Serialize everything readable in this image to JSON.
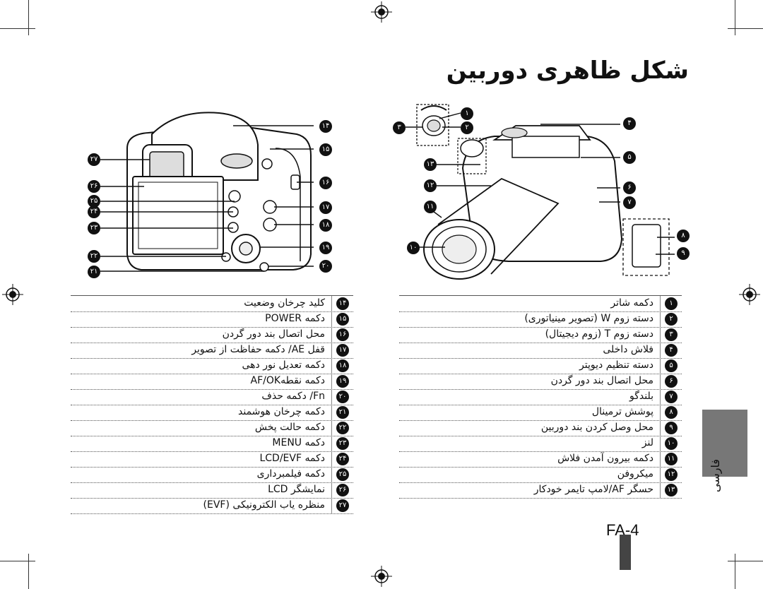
{
  "page": {
    "title": "شکل ظاهری دوربین",
    "page_label": "FA-4",
    "side_label": "فارسی"
  },
  "figure": {
    "back_callouts": [
      "۱۴",
      "۱۵",
      "۱۶",
      "۱۷",
      "۱۸",
      "۱۹",
      "۲۰",
      "۲۱",
      "۲۲",
      "۲۳",
      "۲۴",
      "۲۵",
      "۲۶",
      "۲۷"
    ],
    "front_callouts": [
      "۱",
      "۲",
      "۳",
      "۴",
      "۵",
      "۶",
      "۷",
      "۸",
      "۹",
      "۱۰",
      "۱۱",
      "۱۲",
      "۱۳"
    ]
  },
  "legend_left": [
    {
      "num": "۱۴",
      "text": "کلید چرخان وضعیت"
    },
    {
      "num": "۱۵",
      "text": "دکمه POWER"
    },
    {
      "num": "۱۶",
      "text": "محل اتصال بند دور گردن"
    },
    {
      "num": "۱۷",
      "text": "قفل AE/ دکمه حفاظت از تصویر"
    },
    {
      "num": "۱۸",
      "text": "دکمه تعدیل نور دهی"
    },
    {
      "num": "۱۹",
      "text": "دکمه نقطهAF/OK"
    },
    {
      "num": "۲۰",
      "text": "Fn/ دکمه حذف"
    },
    {
      "num": "۲۱",
      "text": "دکمه چرخان هوشمند"
    },
    {
      "num": "۲۲",
      "text": "دکمه حالت پخش"
    },
    {
      "num": "۲۳",
      "text": "دکمه MENU"
    },
    {
      "num": "۲۴",
      "text": "دکمه LCD/EVF"
    },
    {
      "num": "۲۵",
      "text": "دکمه فیلمبرداری"
    },
    {
      "num": "۲۶",
      "text": "نمایشگر LCD"
    },
    {
      "num": "۲۷",
      "text": "منظره یاب الکترونیکی (EVF)"
    }
  ],
  "legend_right": [
    {
      "num": "۱",
      "text": "دکمه شاتر"
    },
    {
      "num": "۲",
      "text": "دسته زوم W (تصویر مینیاتوری)"
    },
    {
      "num": "۳",
      "text": "دسته زوم T (زوم دیجیتال)"
    },
    {
      "num": "۴",
      "text": "فلاش داخلی"
    },
    {
      "num": "۵",
      "text": "دسته تنظیم دیوپتر"
    },
    {
      "num": "۶",
      "text": "محل اتصال بند دور گردن"
    },
    {
      "num": "۷",
      "text": "بلندگو"
    },
    {
      "num": "۸",
      "text": "پوشش ترمینال"
    },
    {
      "num": "۹",
      "text": "محل وصل کردن بند دوربین"
    },
    {
      "num": "۱۰",
      "text": "لنز"
    },
    {
      "num": "۱۱",
      "text": "دکمه بیرون آمدن فلاش"
    },
    {
      "num": "۱۲",
      "text": "میکروفن"
    },
    {
      "num": "۱۳",
      "text": "حسگر AF/لامپ تایمر خودکار"
    }
  ],
  "colors": {
    "badge": "#111111",
    "tab": "#777777",
    "bar": "#444444"
  }
}
